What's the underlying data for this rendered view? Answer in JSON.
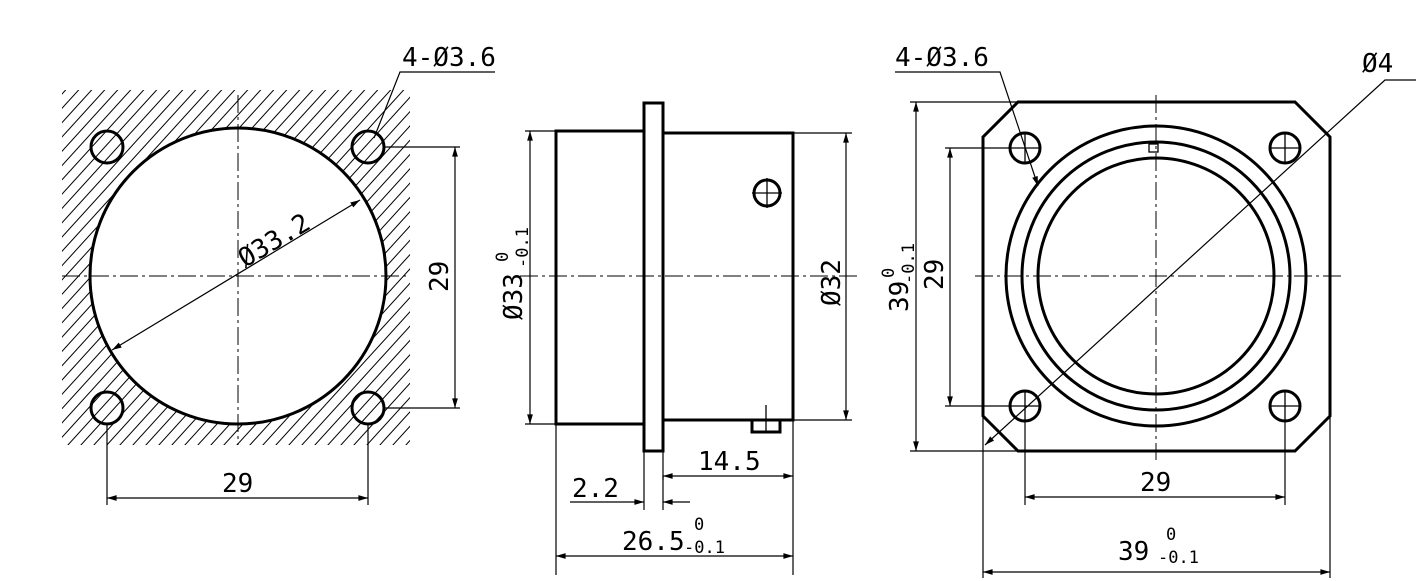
{
  "view_left": {
    "hole_callout": "4-Ø3.6",
    "diameter": "Ø33.2",
    "vertical_dim": "29",
    "horizontal_dim": "29"
  },
  "view_side": {
    "body_diameter": "Ø33",
    "body_tol_upper": "0",
    "body_tol_lower": "-0.1",
    "rear_diameter": "Ø32",
    "flange_thickness": "2.2",
    "rear_length": "14.5",
    "overall_length": "26.5",
    "overall_tol_upper": "0",
    "overall_tol_lower": "-0.1"
  },
  "view_front": {
    "hole_callout": "4-Ø3.6",
    "diameter_callout": "Ø4",
    "hole_spacing_v": "29",
    "flange_height": "39",
    "flange_h_tol_upper": "0",
    "flange_h_tol_lower": "-0.1",
    "hole_spacing_h": "29",
    "flange_width": "39",
    "flange_w_tol_upper": "0",
    "flange_w_tol_lower": "-0.1"
  }
}
